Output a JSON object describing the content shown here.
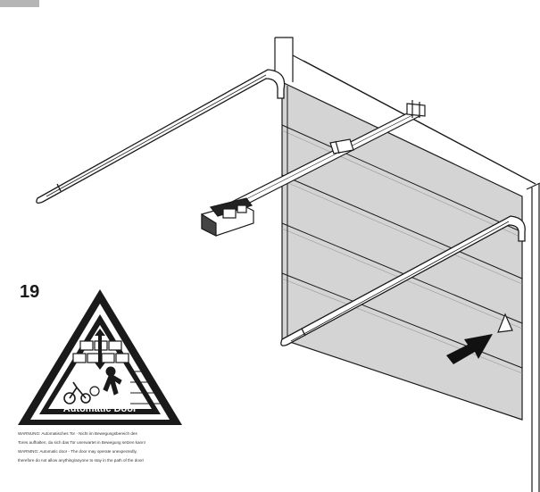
{
  "step": {
    "number": "19"
  },
  "sign": {
    "label": "Automatic Door"
  },
  "warnings": [
    "WARNUNG: Automatisches Tor - Nicht im Bewegungsbereich des",
    "Tores aufhalten, da sich das Tor unerwartet in Bewegung setzen kann!",
    "WARNING: Automatic door - The door may operate unexpectedly,",
    "therefore do not allow anything/anyone to stay in the path of the door!"
  ],
  "colors": {
    "door_panel": "#d4d4d4",
    "sign_border": "#1a1a1a",
    "tab": "#b5b5b5"
  }
}
